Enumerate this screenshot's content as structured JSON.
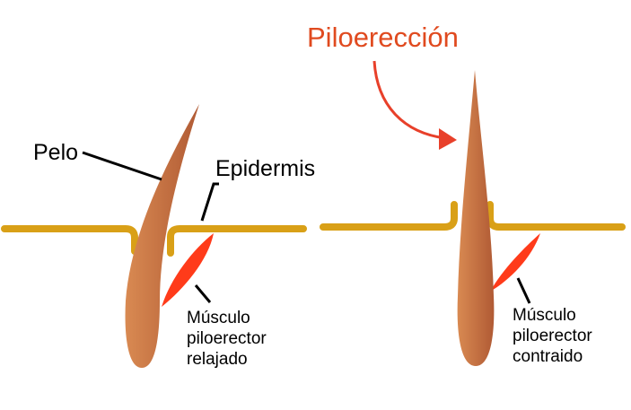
{
  "title": "Piloerección",
  "left_panel": {
    "hair_label": "Pelo",
    "epidermis_label": "Epidermis",
    "muscle_label_lines": [
      "Músculo",
      "piloerector",
      "relajado"
    ]
  },
  "right_panel": {
    "muscle_label_lines": [
      "Músculo",
      "piloerector",
      "contraido"
    ]
  },
  "colors": {
    "title": "#e04a1f",
    "arrow": "#e8402a",
    "epidermis": "#d9a017",
    "hair_light": "#d98a52",
    "hair_dark": "#b05a34",
    "muscle": "#ff3b1a",
    "leader_line": "#000000"
  }
}
